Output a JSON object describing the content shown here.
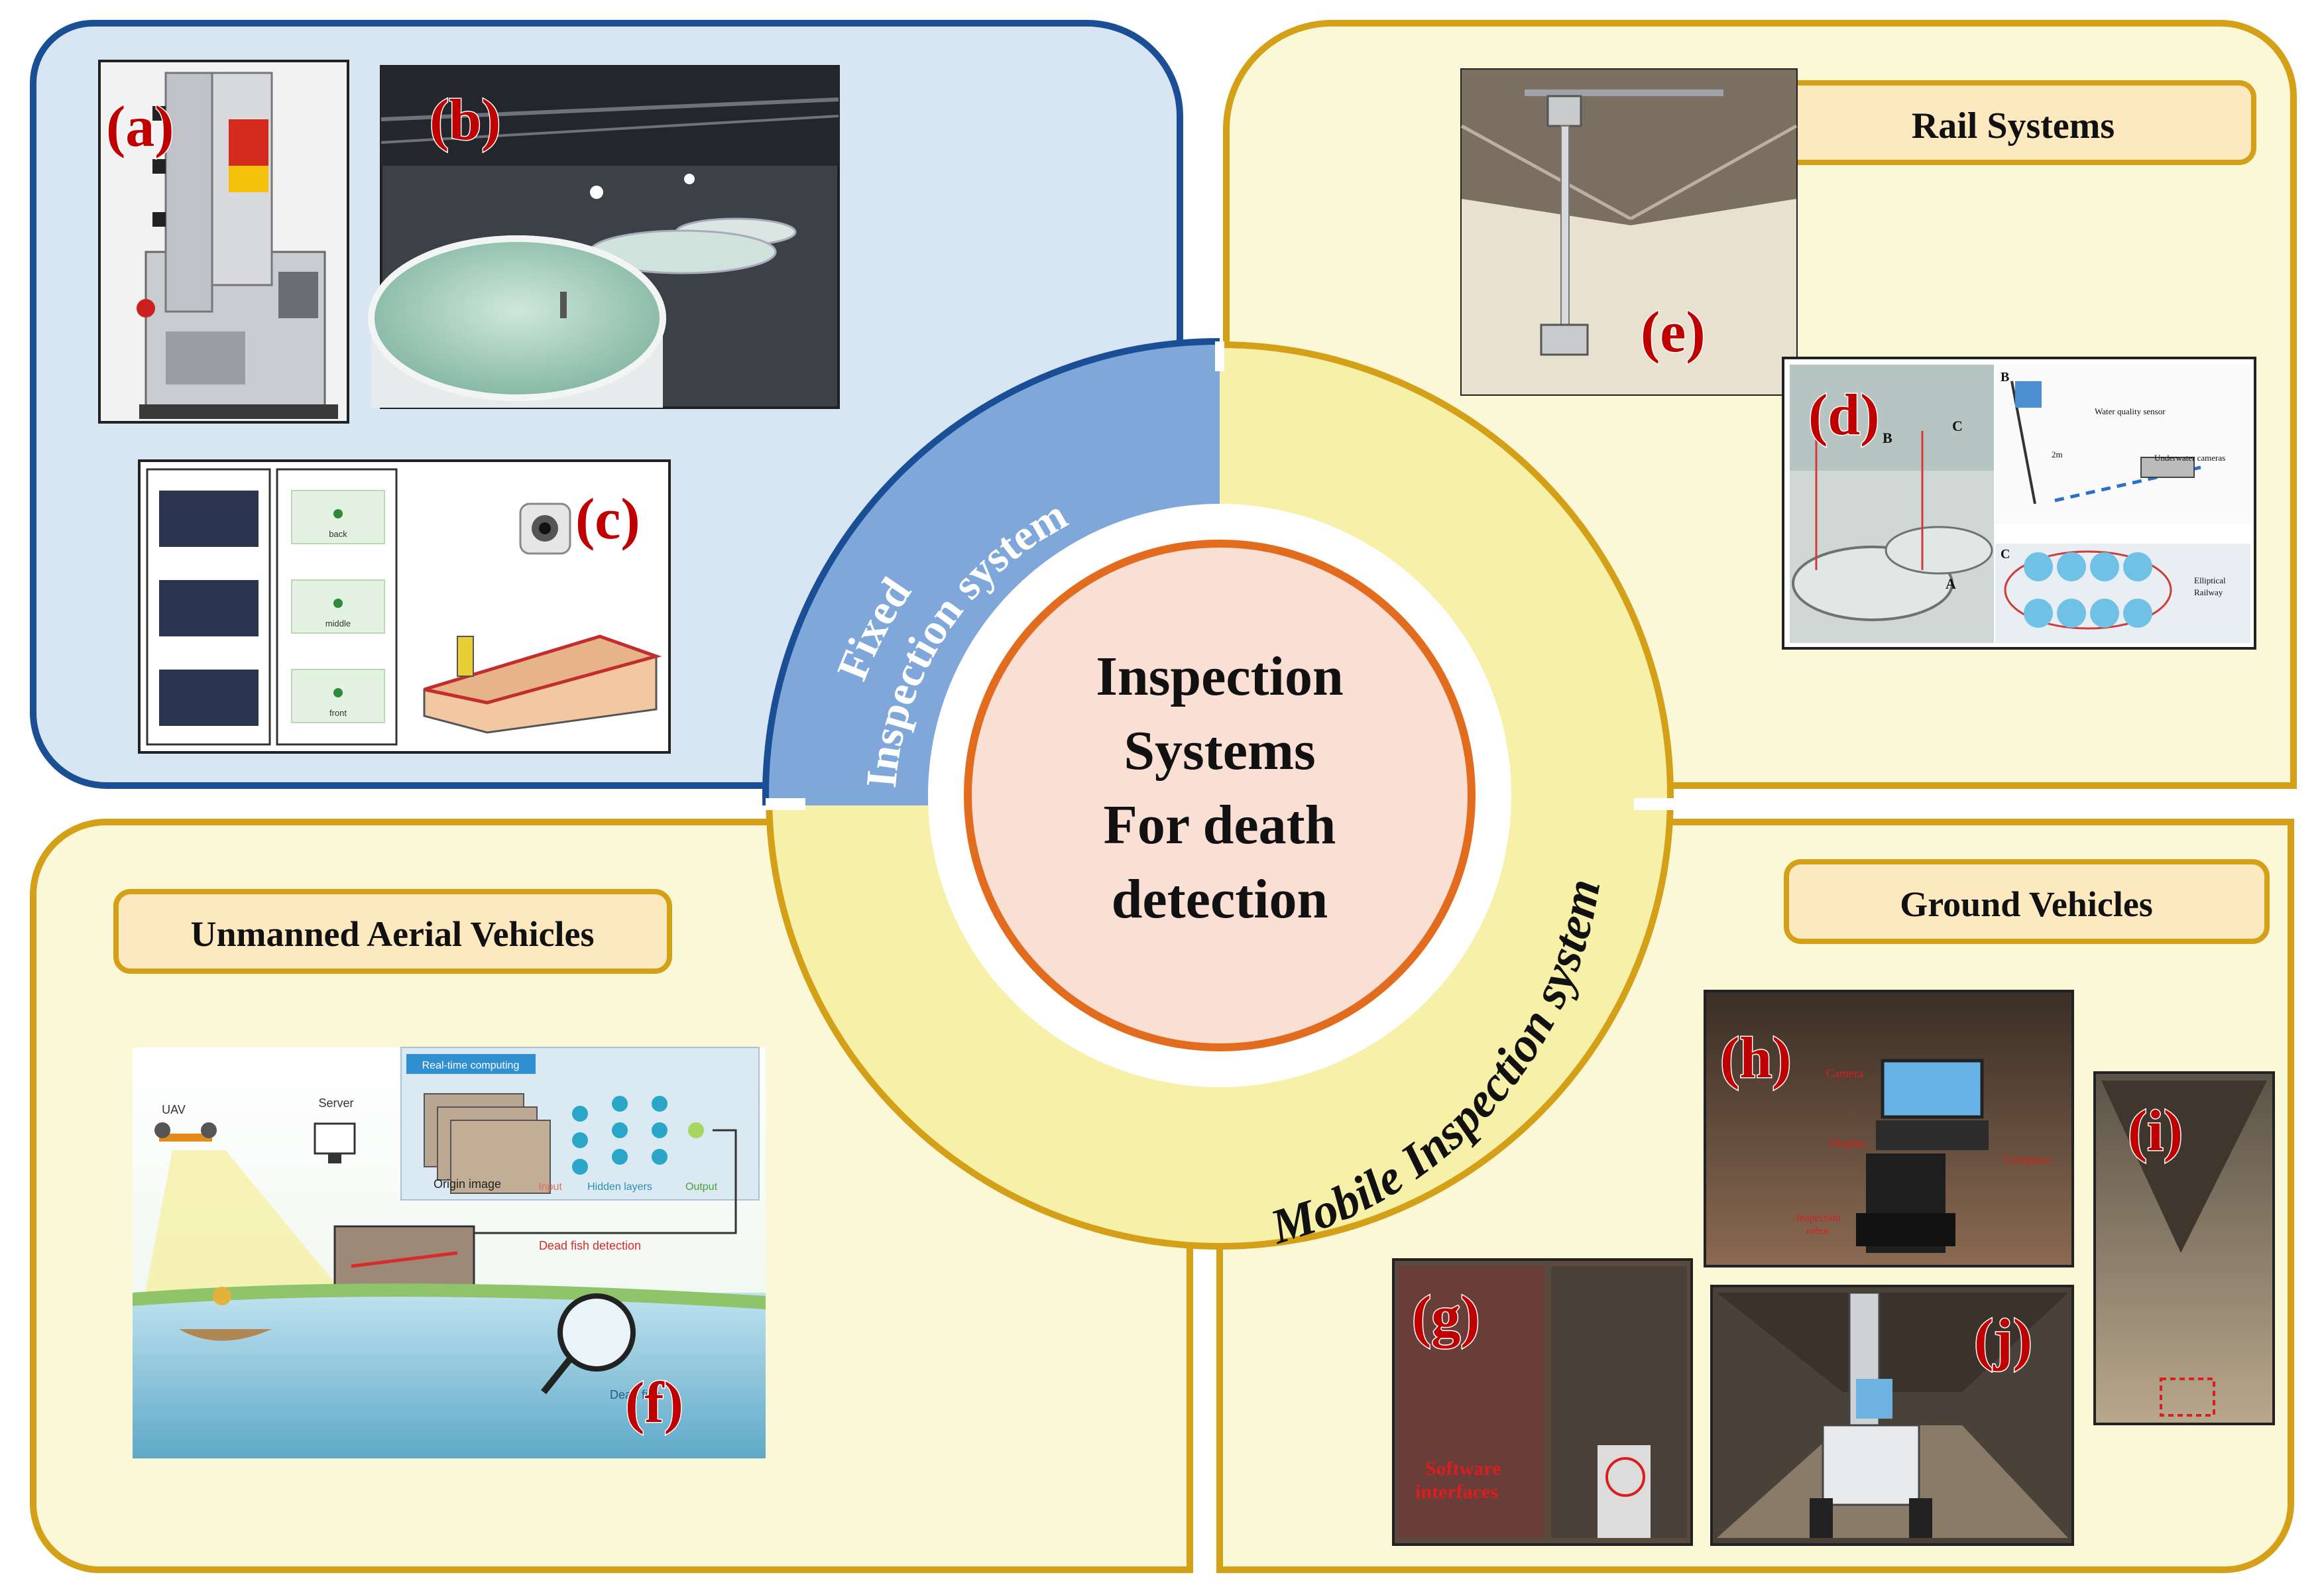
{
  "center": {
    "lines": [
      "Inspection",
      "Systems",
      "For death",
      "detection"
    ]
  },
  "bands": {
    "fixed_line1": "Fixed",
    "fixed_line2": "Inspection system",
    "mobile": "Mobile Inspection system"
  },
  "quadrant_labels": {
    "rail": "Rail Systems",
    "uav": "Unmanned Aerial Vehicles",
    "ground": "Ground Vehicles"
  },
  "panel_labels": {
    "a": "(a)",
    "b": "(b)",
    "c": "(c)",
    "d": "(d)",
    "e": "(e)",
    "f": "(f)",
    "g": "(g)",
    "h": "(h)",
    "i": "(i)",
    "j": "(j)"
  },
  "panel_c": {
    "views": [
      "back",
      "middle",
      "front"
    ]
  },
  "panel_d": {
    "tag_a": "A",
    "tag_b": "B",
    "tag_c": "C",
    "water_quality_sensor": "Water quality sensor",
    "underwater_cameras": "Underwater cameras",
    "elliptical_railway_1": "Elliptical",
    "elliptical_railway_2": "Railway",
    "height": "2m"
  },
  "panel_f": {
    "uav": "UAV",
    "server": "Server",
    "realtime": "Real-time computing",
    "origin_image": "Origin image",
    "input": "Input",
    "hidden_layers": "Hidden layers",
    "output": "Output",
    "dead_fish_detection": "Dead fish detection",
    "dead_fish": "Dead fish"
  },
  "panel_g": {
    "software_1": "Software",
    "software_2": "interfaces"
  },
  "panel_h": {
    "camera": "Camera",
    "display": "Display",
    "computer": "Computer",
    "robot_1": "Inspection",
    "robot_2": "robot"
  },
  "colors": {
    "fixed_bg": "#d8e5f3",
    "fixed_border": "#1a4f96",
    "fixed_band": "#7fa7da",
    "mobile_bg": "#fbf8d8",
    "mobile_border": "#d4a017",
    "mobile_band": "#f7f0a8",
    "center_fill": "#f9dfd4",
    "center_ring": "#e26b1e",
    "panel_label": "#c00000",
    "label_box_fill": "#fde9c0"
  }
}
